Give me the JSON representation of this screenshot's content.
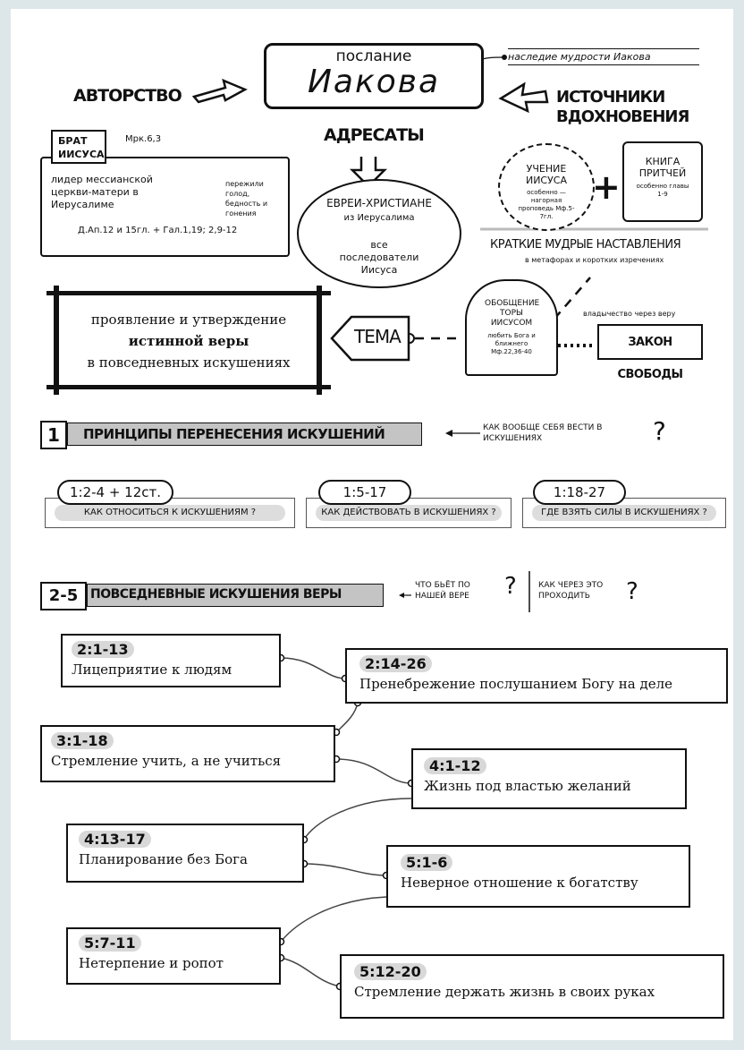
{
  "header": {
    "title_small": "послание",
    "title_big": "Иакова",
    "legacy": "наследие мудрости Иакова",
    "authorship": "АВТОРСТВО",
    "sources": "ИСТОЧНИКИ ВДОХНОВЕНИЯ",
    "addressees": "АДРЕСАТЫ"
  },
  "author": {
    "badge": "БРАТ ИИСУСА",
    "ref": "Мрк.6,3",
    "role": "лидер мессианской церкви-матери в Иерусалиме",
    "note": "пережили голод, бедность и гонения",
    "refs": "Д.Ап.12 и 15гл. + Гал.1,19; 2,9-12"
  },
  "recipients": {
    "line1": "ЕВРЕИ-ХРИСТИАНЕ",
    "line2": "из Иерусалима",
    "line3": "все последователи Иисуса"
  },
  "sources": {
    "teaching": "УЧЕНИЕ ИИСУСА",
    "teaching_sub": "особенно — нагорная проповедь Мф.5-7гл.",
    "proverbs": "КНИГА ПРИТЧЕЙ",
    "proverbs_sub": "особенно главы 1-9",
    "plus": "+",
    "brief": "КРАТКИЕ МУДРЫЕ НАСТАВЛЕНИЯ",
    "brief_sub": "в метафорах и коротких изречениях"
  },
  "theme": {
    "text1": "проявление и утверждение",
    "text2": "истинной веры",
    "text3": "в повседневных искушениях",
    "label": "ТЕМА",
    "torah": "ОБОБЩЕНИЕ ТОРЫ ИИСУСОМ",
    "torah_sub": "любить Бога и ближнего Мф.22,36-40",
    "freedom_note": "владычество через веру",
    "freedom": "ЗАКОН СВОБОДЫ"
  },
  "section1": {
    "num": "1",
    "title": "ПРИНЦИПЫ ПЕРЕНЕСЕНИЯ ИСКУШЕНИЙ",
    "question": "КАК ВООБЩЕ СЕБЯ ВЕСТИ В ИСКУШЕНИЯХ",
    "qmark": "?",
    "items": [
      {
        "ref": "1:2-4 + 12ст.",
        "text": "КАК ОТНОСИТЬСЯ К ИСКУШЕНИЯМ ?"
      },
      {
        "ref": "1:5-17",
        "text": "КАК ДЕЙСТВОВАТЬ В ИСКУШЕНИЯХ ?"
      },
      {
        "ref": "1:18-27",
        "text": "ГДЕ ВЗЯТЬ СИЛЫ В ИСКУШЕНИЯХ ?"
      }
    ]
  },
  "section2": {
    "num": "2-5",
    "title": "ПОВСЕДНЕВНЫЕ ИСКУШЕНИЯ ВЕРЫ",
    "q1": "ЧТО БЬЁТ ПО НАШЕЙ ВЕРЕ",
    "q2": "КАК ЧЕРЕЗ ЭТО ПРОХОДИТЬ",
    "qmark": "?",
    "items": [
      {
        "ref": "2:1-13",
        "text": "Лицеприятие к людям"
      },
      {
        "ref": "2:14-26",
        "text": "Пренебрежение послушанием Богу на деле"
      },
      {
        "ref": "3:1-18",
        "text": "Стремление учить, а не учиться"
      },
      {
        "ref": "4:1-12",
        "text": "Жизнь под властью желаний"
      },
      {
        "ref": "4:13-17",
        "text": "Планирование без Бога"
      },
      {
        "ref": "5:1-6",
        "text": "Неверное отношение к богатству"
      },
      {
        "ref": "5:7-11",
        "text": "Нетерпение и ропот"
      },
      {
        "ref": "5:12-20",
        "text": "Стремление держать жизнь в своих руках"
      }
    ]
  }
}
